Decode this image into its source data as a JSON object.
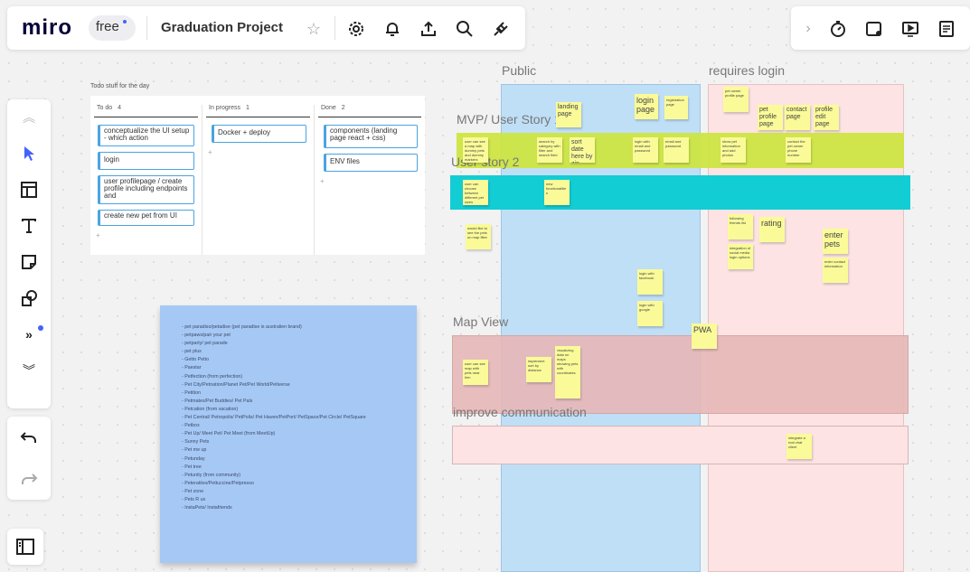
{
  "topbar": {
    "logo": "miro",
    "plan": "free",
    "board_title": "Graduation Project",
    "icons": [
      "star-icon",
      "gear-icon",
      "bell-icon",
      "upload-icon",
      "search-icon",
      "plugin-icon"
    ]
  },
  "rightbar": {
    "icons": [
      "chevron-right-icon",
      "timer-icon",
      "card-icon",
      "present-icon",
      "notes-icon"
    ]
  },
  "toolbar": {
    "tools": [
      "collapse-up-icon",
      "cursor-icon",
      "frame-icon",
      "text-icon",
      "sticky-note-icon",
      "shapes-icon",
      "more-tools-icon",
      "expand-down-icon"
    ],
    "history": [
      "undo-icon",
      "redo-icon"
    ]
  },
  "kanban": {
    "title": "Todo stuff for the day",
    "columns": [
      {
        "name": "To do",
        "count": "4",
        "cards": [
          "conceptualize the UI setup - which action",
          "login",
          "user profilepage / create profile including endpoints and",
          "create new pet from UI"
        ]
      },
      {
        "name": "In progress",
        "count": "1",
        "cards": [
          "Docker + deploy"
        ]
      },
      {
        "name": "Done",
        "count": "2",
        "cards": [
          "components (landing page react + css)",
          "ENV files"
        ]
      }
    ],
    "plus": "+"
  },
  "big_note": {
    "lines": [
      "- pet paradiso/petadise (pet paradise is australien brand)",
      "- petpaws/pair your pet",
      "- petparty/ pet parade",
      "- pet plus",
      "- Getto Petto",
      "- Paestar",
      "- Petfection (from perfection)",
      "- Pet City/Petnation/Planet Pet/Pet World/Petiverse",
      "- Petition",
      "- Petmates/Pet Buddies/ Pet Pals",
      "- Petcation (from vacation)",
      "- Pet Central/ Petropolis/ PetPolis/ Pet Haven/PetPort/ PetSpace/Pet Circle/ PetSquare",
      "- Petbox",
      "- Pet Up/ Meet Pet/ Pet Meet (from MeetUp)",
      "- Sunny Pets",
      "- Pet me up",
      "- Petunday",
      "- Pet tree",
      "- Petunity (from community)",
      "- Peteratiivo/Pettuccine/Petpresso",
      "- Pet zone",
      "- Pets R us",
      "- InstaPets/ Instafriends"
    ]
  },
  "board": {
    "public_label": "Public",
    "requires_login_label": "requires login",
    "mvp_label": "MVP/ User Story 1",
    "story2_label": "User story 2",
    "map_label": "Map View",
    "comm_label": "improve communication",
    "colors": {
      "public": "#bfdff7",
      "login": "#fde3e3",
      "mvp": "#cee542",
      "story2": "#12cdd4",
      "map": "#e7b8b8",
      "comm": "#fde3e3",
      "sticky": "#fafb98"
    }
  },
  "stickies": {
    "landing_page": "landing page",
    "login_page": "login page",
    "registration_page": "registration page",
    "pet_owner_profile": "pet owner profile page",
    "pet_profile": "pet profile page",
    "contact_page": "contact page",
    "profile_edit": "profile edit page",
    "mvp1": "user can see a map with dummy pets and dummy markers",
    "mvp2": "search by category with filter and search field",
    "sort_date": "sort date here by zip code",
    "login_email": "login with email and password",
    "email_password": "email and password",
    "mvp6": "show pet information and add photos",
    "mvp7": "contact the pet owner phone number",
    "s2a": "user can choose between different pet sizes",
    "s2b": "new functionalities",
    "left1": "would like to see the pets on map filter",
    "following": "following friends list",
    "rating": "rating",
    "integration": "integration of social media login options",
    "enter_pets": "enter pets",
    "enter_detail": "enter contact information",
    "login_facebook": "login with facebook",
    "login_google": "login with google",
    "pwa": "PWA",
    "map1": "user can see map with pets near him",
    "implement_sort": "implement sort by distance",
    "visualizing": "visualizing data on maps showing pets with coordinates",
    "integrate_chat": "integrate a real chat client"
  }
}
